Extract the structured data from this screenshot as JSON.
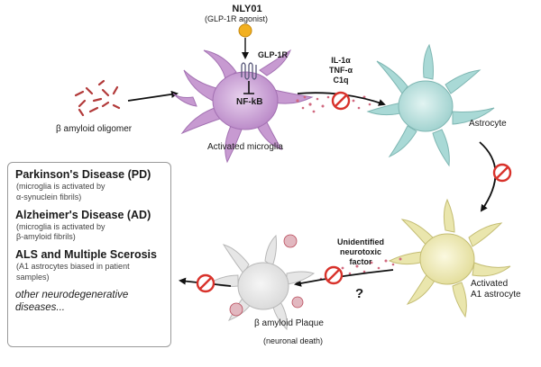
{
  "agonist": {
    "name": "NLY01",
    "note": "(GLP-1R agonist)",
    "receptor": "GLP-1R",
    "pathway": "NF-kB"
  },
  "microglia": {
    "label": "Activated microglia"
  },
  "oligomer": {
    "label": "β amyloid oligomer"
  },
  "cytokines": {
    "line1": "IL-1α",
    "line2": "TNF-α",
    "line3": "C1q"
  },
  "astrocyte": {
    "label": "Astrocyte"
  },
  "a1": {
    "line1": "Activated",
    "line2": "A1 astrocyte"
  },
  "factor": {
    "line1": "Unidentified",
    "line2": "neurotoxic",
    "line3": "factor",
    "unknown": "?"
  },
  "neuron": {
    "plaque": "β amyloid Plaque",
    "death": "(neuronal death)"
  },
  "legend": {
    "pd_title": "Parkinson's Disease (PD)",
    "pd_note1": "(microglia is activated by",
    "pd_note2": "α-synuclein fibrils)",
    "ad_title": "Alzheimer's Disease (AD)",
    "ad_note1": "(microglia is activated by",
    "ad_note2": "β-amyloid fibrils)",
    "als_title": "ALS and Multiple Scerosis",
    "als_note1": "(A1 astrocytes biased in patient",
    "als_note2": "samples)",
    "other1": "other neurodegenerative",
    "other2": "diseases..."
  },
  "colors": {
    "microglia": "#c79ad1",
    "astrocyte": "#a9d9d6",
    "a1_astrocyte": "#eae6ad",
    "neuron": "#e6e6e6",
    "inhibit": "#d8322b",
    "agonist": "#f2b020",
    "dots": "#d16a80"
  }
}
